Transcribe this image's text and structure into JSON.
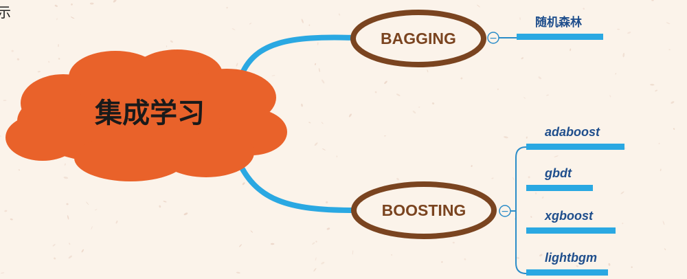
{
  "colors": {
    "background": "#fbf3ea",
    "speckle": "#e8cfc0",
    "cloud_fill": "#e9622a",
    "cloud_stroke": "#d9531d",
    "connector": "#2aa8e2",
    "ellipse_stroke": "#7a4420",
    "branch_text": "#7a4420",
    "central_text": "#1a1a1a",
    "leaf_text": "#1f4e8c",
    "leaf_underline": "#2aa8e2",
    "collapse_stroke": "#2a8cc8"
  },
  "edge_fragment": "示",
  "central_topic": {
    "label": "集成学习",
    "icon": "cloud-shape"
  },
  "branches": [
    {
      "id": "bagging",
      "label": "BAGGING",
      "collapse_symbol": "−",
      "leaves": [
        {
          "label": "随机森林"
        }
      ]
    },
    {
      "id": "boosting",
      "label": "BOOSTING",
      "collapse_symbol": "−",
      "leaves": [
        {
          "label": "adaboost"
        },
        {
          "label": "gbdt"
        },
        {
          "label": "xgboost"
        },
        {
          "label": "lightbgm"
        }
      ]
    }
  ]
}
